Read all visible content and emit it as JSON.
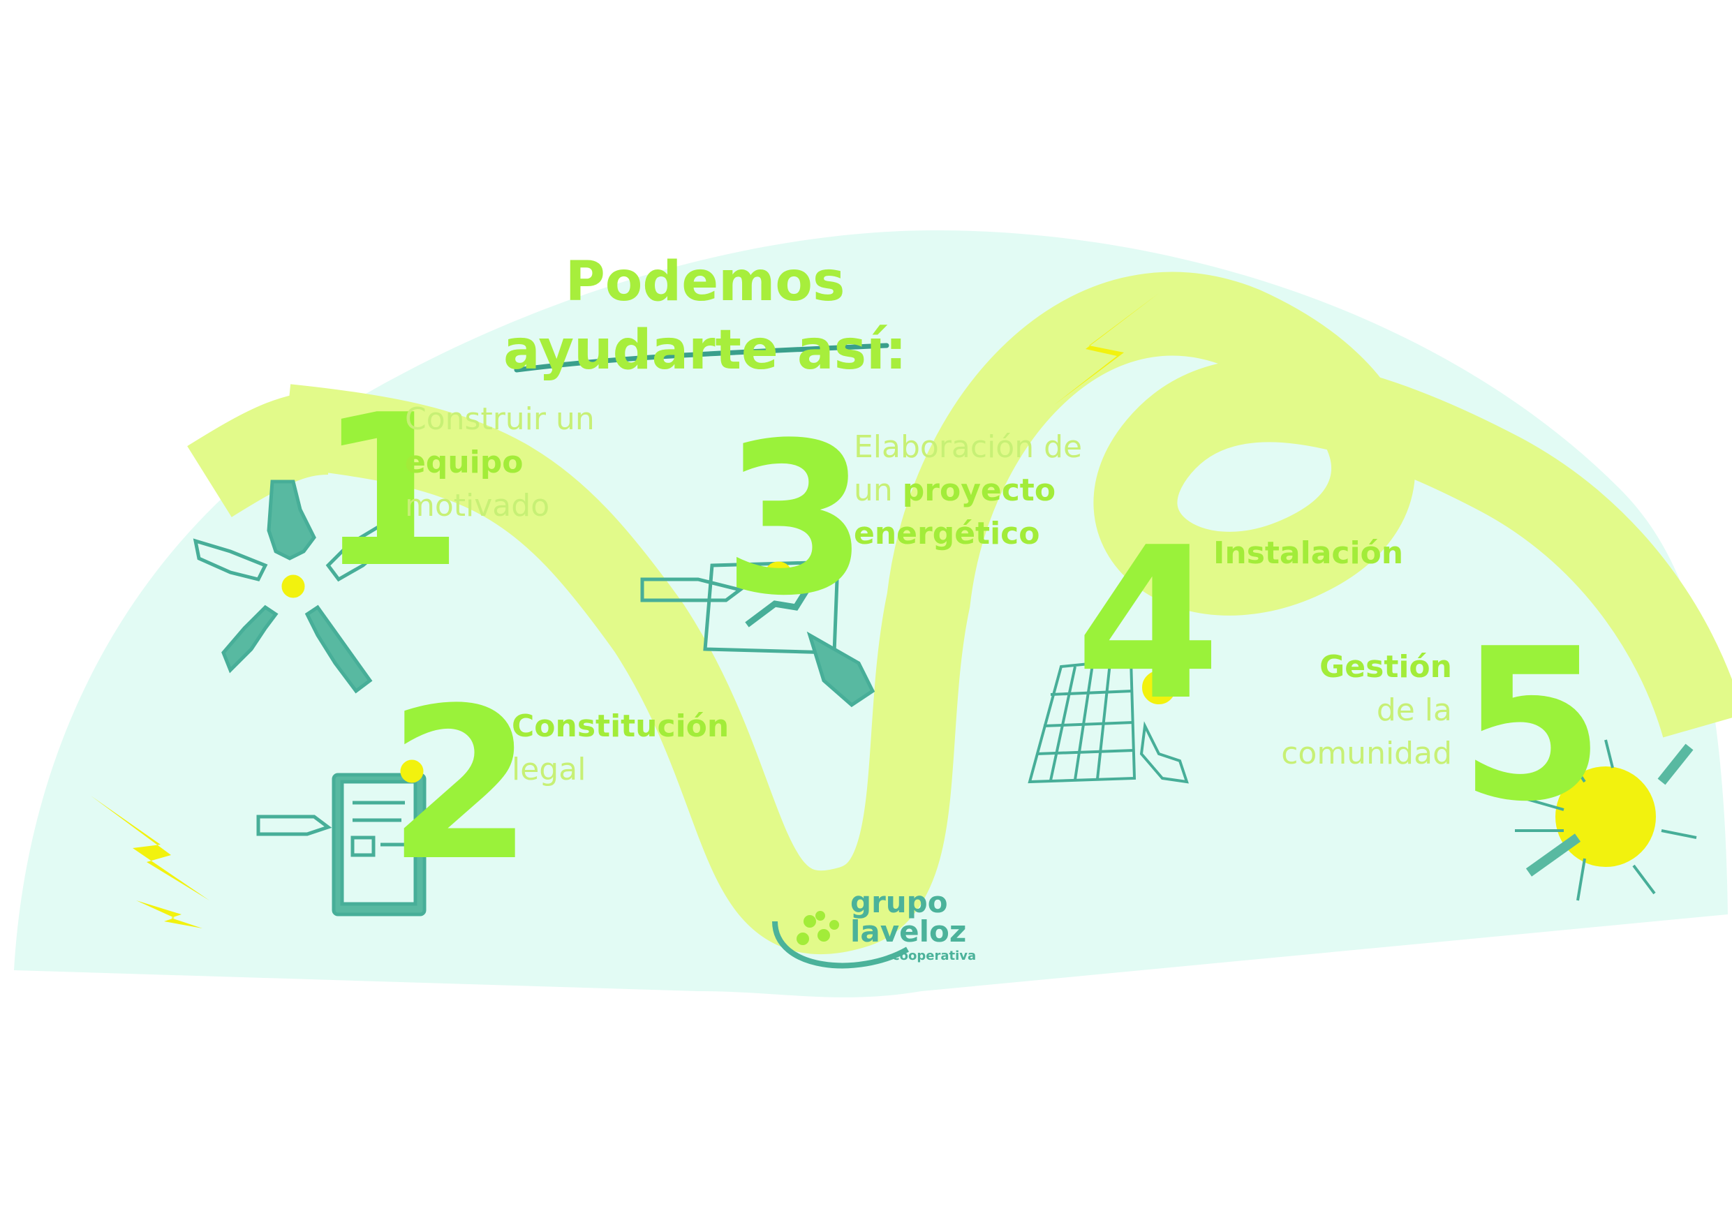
{
  "title": {
    "line1": "Podemos",
    "line2": "ayudarte así:"
  },
  "steps": [
    {
      "number": "1",
      "line1": "Construir un",
      "line2": "equipo",
      "line3": "motivado"
    },
    {
      "number": "2",
      "line1": "Constitución",
      "line2": "legal"
    },
    {
      "number": "3",
      "line1": "Elaboración de",
      "line2a": "un ",
      "line2b": "proyecto",
      "line3": "energético"
    },
    {
      "number": "4",
      "line1": "Instalación"
    },
    {
      "number": "5",
      "line1": "Gestión",
      "line2": "de la",
      "line3": "comunidad"
    }
  ],
  "logo": {
    "line1": "grupo",
    "line2": "laveloz",
    "line3": "cooperativa"
  },
  "colors": {
    "background": "#e2fbf4",
    "path": "#e2fa8a",
    "accent": "#a2ec39",
    "ink": "#47ae98",
    "spark": "#f2f20e"
  }
}
